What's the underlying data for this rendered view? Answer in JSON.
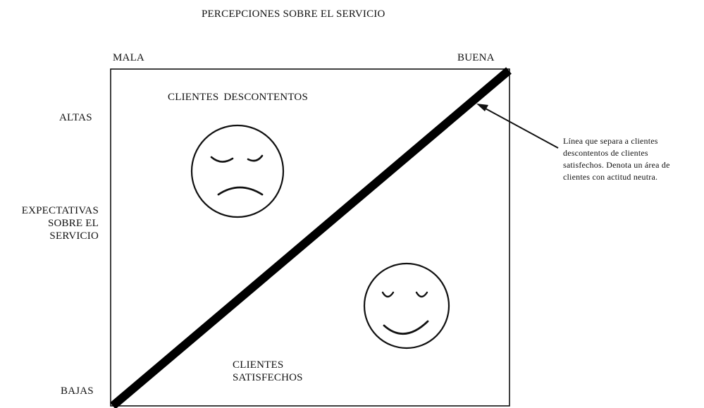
{
  "title": "PERCEPCIONES SOBRE EL SERVICIO",
  "x_axis": {
    "low_label": "MALA",
    "high_label": "BUENA"
  },
  "y_axis": {
    "title_lines": [
      "EXPECTATIVAS",
      "SOBRE EL",
      "SERVICIO"
    ],
    "high_label": "ALTAS",
    "low_label": "BAJAS"
  },
  "regions": {
    "upper": {
      "label": "CLIENTES  DESCONTENTOS",
      "icon": "sad-face-icon"
    },
    "lower": {
      "label_lines": [
        "CLIENTES",
        "SATISFECHOS"
      ],
      "icon": "happy-face-icon"
    }
  },
  "annotation": {
    "lines": [
      "Línea que separa a clientes",
      "descontentos de clientes",
      "satisfechos. Denota un área de",
      "clientes con actitud neutra."
    ]
  }
}
